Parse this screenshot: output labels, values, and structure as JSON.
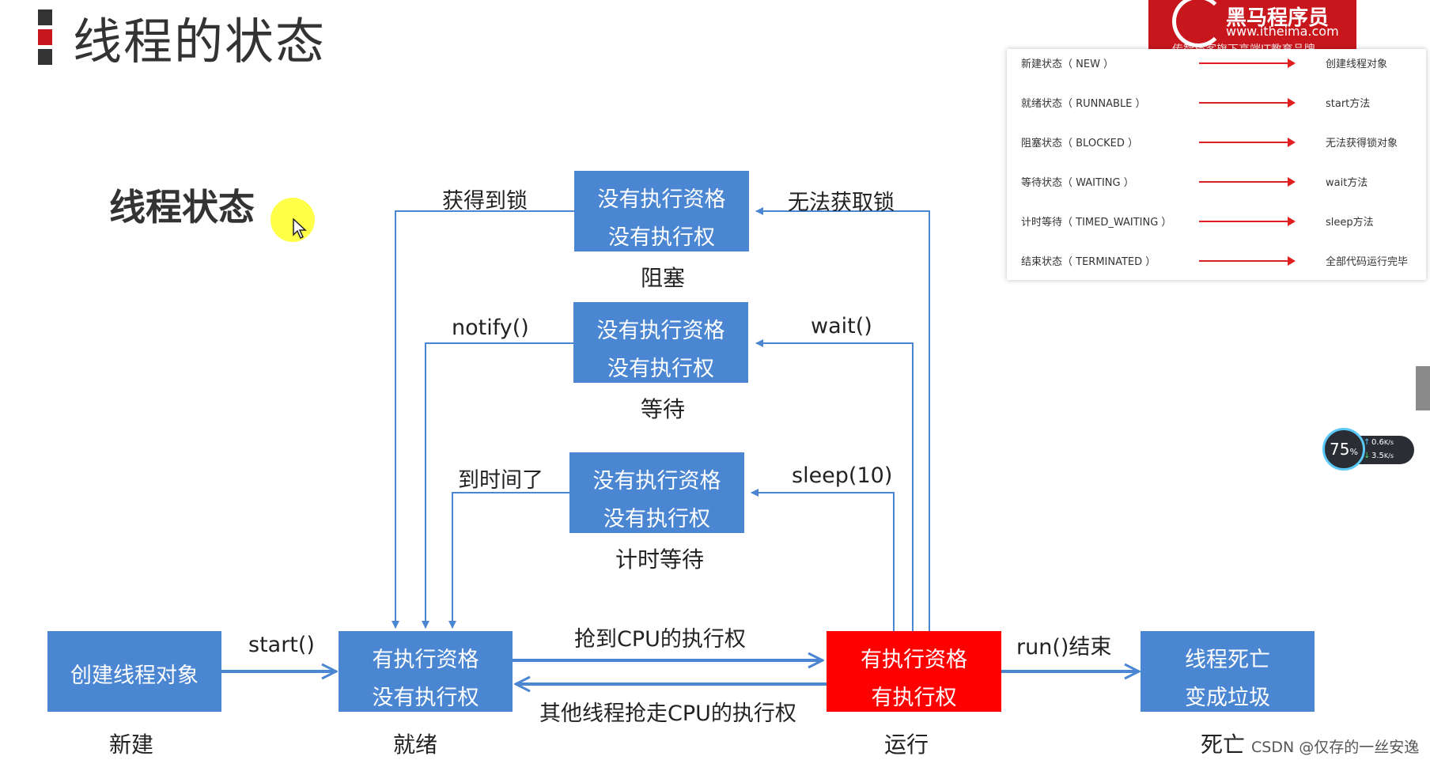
{
  "page_title": "线程的状态",
  "heading": "线程状态",
  "logo": {
    "brand": "黑马程序员",
    "url": "www.itheima.com",
    "slogan": "传智播客旗下高端IT教育品牌"
  },
  "legend": [
    {
      "state": "新建状态（ NEW ）",
      "meaning": "创建线程对象"
    },
    {
      "state": "就绪状态（ RUNNABLE ）",
      "meaning": "start方法"
    },
    {
      "state": "阻塞状态（ BLOCKED ）",
      "meaning": "无法获得锁对象"
    },
    {
      "state": "等待状态（ WAITING ）",
      "meaning": "wait方法"
    },
    {
      "state": "计时等待（ TIMED_WAITING ）",
      "meaning": "sleep方法"
    },
    {
      "state": "结束状态（ TERMINATED ）",
      "meaning": "全部代码运行完毕"
    }
  ],
  "nodes": {
    "new": {
      "line1": "创建线程对象",
      "line2": "",
      "name": "新建"
    },
    "ready": {
      "line1": "有执行资格",
      "line2": "没有执行权",
      "name": "就绪"
    },
    "running": {
      "line1": "有执行资格",
      "line2": "有执行权",
      "name": "运行"
    },
    "dead": {
      "line1": "线程死亡",
      "line2": "变成垃圾",
      "name": "死亡"
    },
    "blocked": {
      "line1": "没有执行资格",
      "line2": "没有执行权",
      "name": "阻塞"
    },
    "waiting": {
      "line1": "没有执行资格",
      "line2": "没有执行权",
      "name": "等待"
    },
    "timed": {
      "line1": "没有执行资格",
      "line2": "没有执行权",
      "name": "计时等待"
    }
  },
  "edges": {
    "start": "start()",
    "grab_cpu": "抢到CPU的执行权",
    "lose_cpu": "其他线程抢走CPU的执行权",
    "run_end": "run()结束",
    "get_lock": "获得到锁",
    "cannot_lock": "无法获取锁",
    "notify": "notify()",
    "wait": "wait()",
    "time_up": "到时间了",
    "sleep": "sleep(10)"
  },
  "colors": {
    "node_blue": "#4a86d1",
    "node_red": "#ff0000",
    "line_blue": "#4a86d1",
    "legend_arrow": "#e02020"
  },
  "speed_widget": {
    "percent": "75",
    "percent_unit": "%",
    "upload": "0.6",
    "download": "3.5",
    "rate_unit": "K/s"
  },
  "watermark": "CSDN @仅存的一丝安逸"
}
